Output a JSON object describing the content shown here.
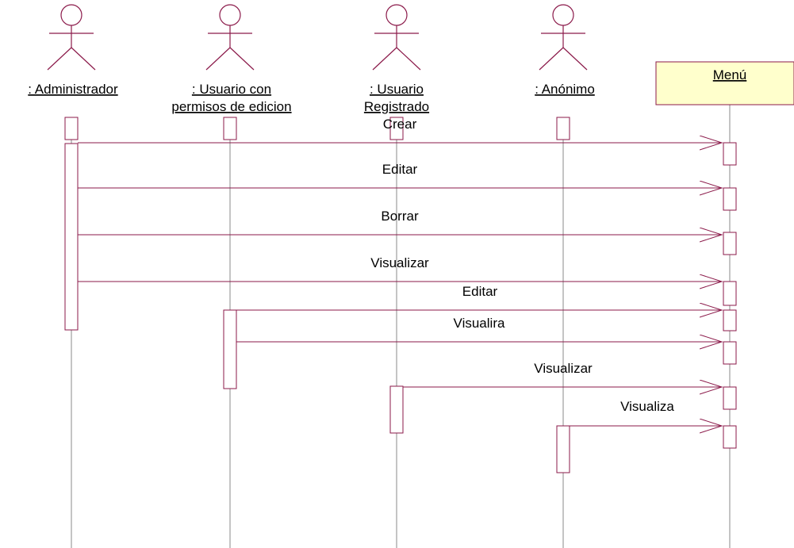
{
  "colors": {
    "line": "#8b1a4a",
    "object_fill": "#ffffcc",
    "text": "#000000"
  },
  "actors": [
    {
      "label_lines": [
        ": Administrador"
      ]
    },
    {
      "label_lines": [
        ": Usuario con",
        "permisos de edicion"
      ]
    },
    {
      "label_lines": [
        ": Usuario",
        "Registrado"
      ]
    },
    {
      "label_lines": [
        ": Anónimo"
      ]
    }
  ],
  "object": {
    "label": "Menú"
  },
  "messages": [
    {
      "label": "Crear"
    },
    {
      "label": "Editar"
    },
    {
      "label": "Borrar"
    },
    {
      "label": "Visualizar"
    },
    {
      "label": "Editar"
    },
    {
      "label": "Visualira"
    },
    {
      "label": "Visualizar"
    },
    {
      "label": "Visualiza"
    }
  ]
}
